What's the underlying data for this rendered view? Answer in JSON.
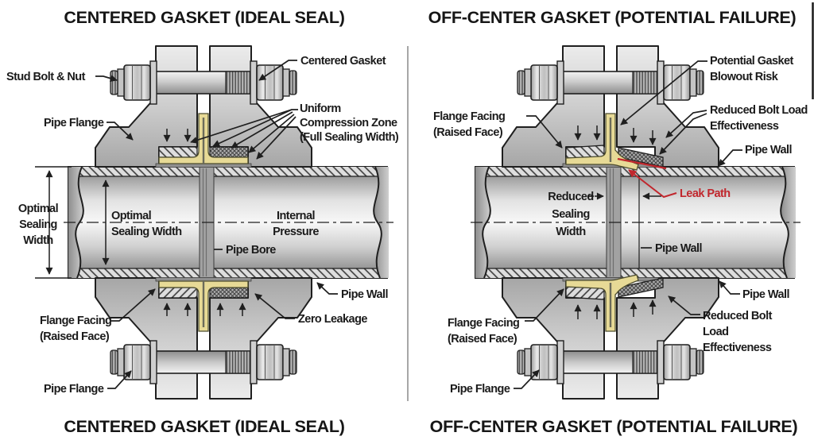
{
  "left": {
    "title_top": "CENTERED GASKET (IDEAL SEAL)",
    "title_bottom": "CENTERED GASKET (IDEAL SEAL)",
    "stud_bolt_nut": "Stud Bolt & Nut",
    "pipe_flange_top": "Pipe Flange",
    "centered_gasket": "Centered Gasket",
    "uniform_compression": [
      "Uniform",
      "Compression Zone",
      "(Full Sealing Width)"
    ],
    "optimal_sealing_dim": [
      "Optimal",
      "Sealing",
      "Width"
    ],
    "optimal_sealing_inner": [
      "Optimal",
      "Sealing Width"
    ],
    "internal_pressure": [
      "Internal",
      "Pressure"
    ],
    "pipe_bore": "Pipe Bore",
    "pipe_wall": "Pipe Wall",
    "zero_leakage": "Zero Leakage",
    "flange_facing": [
      "Flange Facing",
      "(Raised Face)"
    ],
    "pipe_flange_bottom": "Pipe Flange"
  },
  "right": {
    "title_top": "OFF-CENTER GASKET (POTENTIAL FAILURE)",
    "title_bottom": "OFF-CENTER GASKET (POTENTIAL FAILURE)",
    "flange_facing_top": [
      "Flange Facing",
      "(Raised Face)"
    ],
    "potential_gasket_blowout": [
      "Potential Gasket",
      "Blowout Risk"
    ],
    "reduced_bolt_load_top": [
      "Reduced Bolt Load",
      "Effectiveness"
    ],
    "pipe_wall_top": "Pipe Wall",
    "leak_path": "Leak Path",
    "reduced_sealing_width": [
      "Reduced",
      "Sealing",
      "Width"
    ],
    "pipe_wall_inner": "Pipe Wall",
    "pipe_wall_bottom": "Pipe Wall",
    "reduced_bolt_load_bottom": [
      "Reduced Bolt",
      "Load",
      "Effectiveness"
    ],
    "flange_facing_bottom": [
      "Flange Facing",
      "(Raised Face)"
    ],
    "pipe_flange_bottom": "Pipe Flange"
  },
  "colors": {
    "background": "#ffffff",
    "gasket": "#e7da96",
    "leak_path": "#c1272d",
    "metal": "#c9c9c9",
    "outline": "#1f1f1f"
  }
}
